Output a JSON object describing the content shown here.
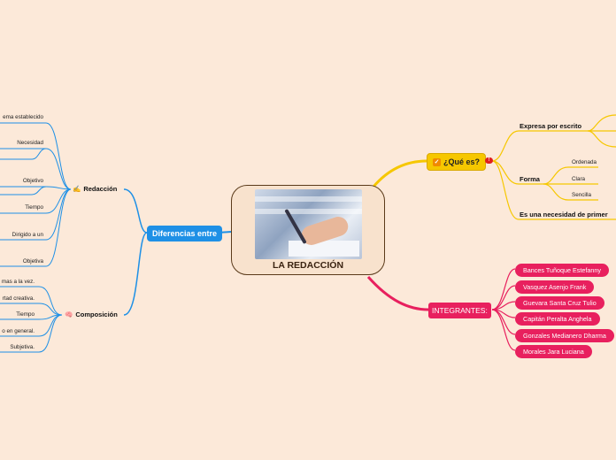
{
  "central": {
    "title": "LA REDACCIÓN"
  },
  "left": {
    "main": "Diferencias entre",
    "redaccion": {
      "label": "Redacción",
      "icon": "pencil-writing-icon",
      "items": [
        "ema establecido",
        "Necesidad",
        "Objetivo",
        "Tiempo",
        "Dirigido a un",
        "Objetiva"
      ]
    },
    "composicion": {
      "label": "Composición",
      "icon": "brain-icon",
      "items": [
        "mas a la vez.",
        "rtad creativa.",
        "Tiempo",
        "o en general.",
        "Subjetiva."
      ]
    }
  },
  "right": {
    "que_es": {
      "label": "¿Qué es?",
      "icon": "checkbox-icon",
      "badge": "!",
      "expresa": "Expresa por escrito",
      "forma": {
        "label": "Forma",
        "items": [
          "Ordenada",
          "Clara",
          "Sencilla"
        ]
      },
      "necesidad": "Es una necesidad de primer"
    },
    "integrantes": {
      "label": "INTEGRANTES:",
      "members": [
        "Bances Tuñoque Estefanny",
        "Vasquez Asenjo Frank",
        "Guevara Santa Cruz Tulio",
        "Capitán Peralta Anghela",
        "Gonzales Medianero Dharma",
        "Morales Jara Luciana"
      ]
    }
  },
  "colors": {
    "background": "#fce9d9",
    "blue": "#1e90e6",
    "yellow": "#f6c700",
    "pink": "#e8205e"
  }
}
